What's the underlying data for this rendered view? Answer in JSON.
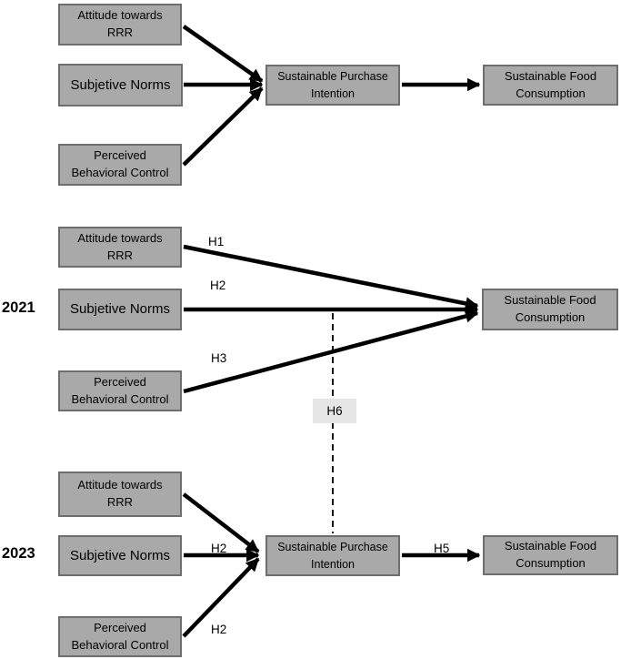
{
  "diagram_type": "hypothesis-path-model",
  "colors": {
    "background": "#ffffff",
    "box_fill": "#a9a9a9",
    "box_border": "#6e6e6e",
    "arrow": "#000000",
    "h6_tag_fill": "#e6e6e6",
    "text": "#000000"
  },
  "sections": {
    "base": {
      "predictors": [
        "Attitude towards RRR",
        "Subjetive Norms",
        "Perceived Behavioral Control"
      ],
      "mediator": "Sustainable Purchase Intention",
      "outcome": "Sustainable Food Consumption"
    },
    "y2021": {
      "year_label": "2021",
      "predictors": [
        "Attitude towards RRR",
        "Subjetive Norms",
        "Perceived Behavioral Control"
      ],
      "outcome": "Sustainable Food Consumption",
      "path_labels": {
        "attitude_to_outcome": "H1",
        "norms_to_outcome": "H2",
        "pbc_to_outcome": "H3"
      }
    },
    "y2023": {
      "year_label": "2023",
      "predictors": [
        "Attitude towards RRR",
        "Subjetive Norms",
        "Perceived Behavioral Control"
      ],
      "mediator": "Sustainable Purchase Intention",
      "outcome": "Sustainable Food Consumption",
      "path_labels": {
        "norms_to_mediator": "H2",
        "pbc_to_mediator": "H2",
        "mediator_to_outcome": "H5"
      }
    },
    "moderation": {
      "label": "H6"
    }
  }
}
